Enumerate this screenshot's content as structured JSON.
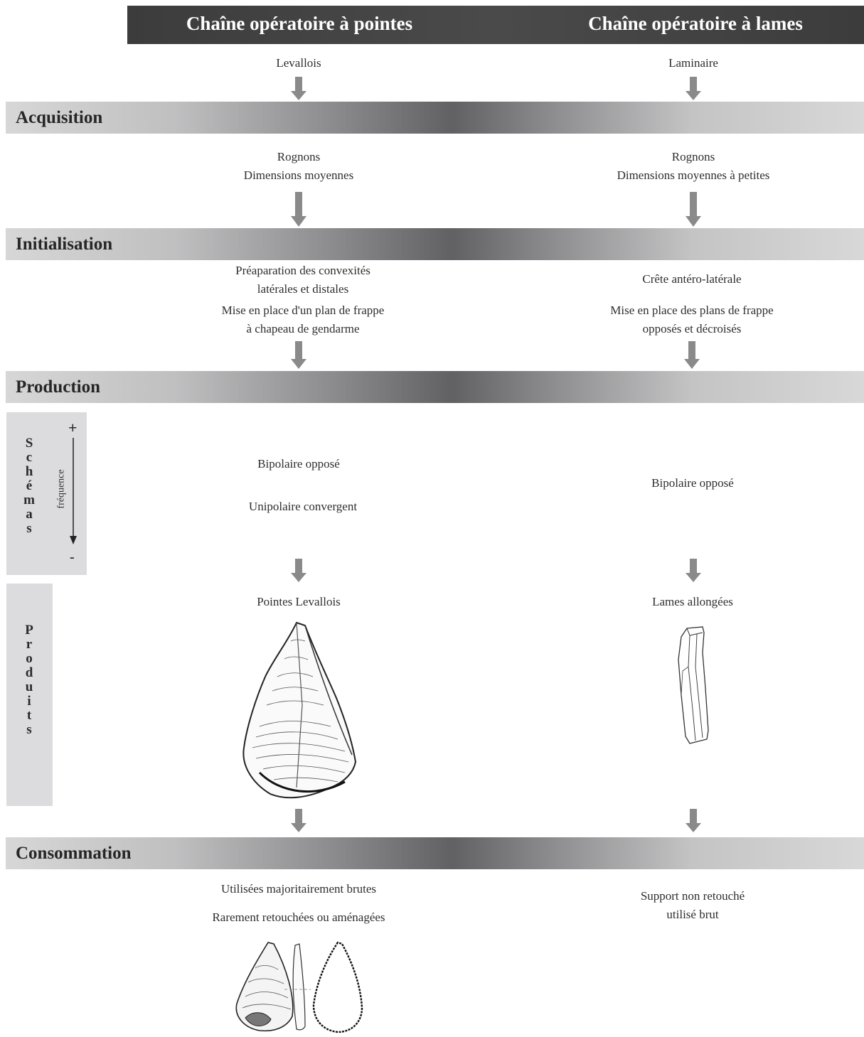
{
  "header": {
    "left_title": "Chaîne opératoire à pointes",
    "right_title": "Chaîne opératoire à lames"
  },
  "stages": {
    "acquisition": "Acquisition",
    "initialisation": "Initialisation",
    "production": "Production",
    "consommation": "Consommation"
  },
  "left": {
    "method": "Levallois",
    "acq_line1": "Rognons",
    "acq_line2": "Dimensions moyennes",
    "init_line1": "Préaparation des convexités",
    "init_line2": "latérales et distales",
    "init_line3": "Mise en place d'un plan de frappe",
    "init_line4": "à chapeau de gendarme",
    "schema1": "Bipolaire opposé",
    "schema2": "Unipolaire convergent",
    "product": "Pointes Levallois",
    "cons_line1": "Utilisées majoritairement brutes",
    "cons_line2": "Rarement retouchées ou aménagées"
  },
  "right": {
    "method": "Laminaire",
    "acq_line1": "Rognons",
    "acq_line2": "Dimensions moyennes à petites",
    "init_line1": "Crête antéro-latérale",
    "init_line2": "Mise en place des plans de frappe",
    "init_line3": "opposés et décroisés",
    "schema1": "Bipolaire opposé",
    "product": "Lames allongées",
    "cons_line1": "Support non retouché",
    "cons_line2": "utilisé brut"
  },
  "side": {
    "schemas_letters": [
      "S",
      "c",
      "h",
      "é",
      "m",
      "a",
      "s"
    ],
    "frequency_label": "fréquence",
    "plus": "+",
    "minus": "-",
    "produits_letters": [
      "P",
      "r",
      "o",
      "d",
      "u",
      "i",
      "t",
      "s"
    ]
  },
  "colors": {
    "header_bg": "#444444",
    "arrow": "#8a8a8a",
    "side_box": "#dcdcde"
  }
}
